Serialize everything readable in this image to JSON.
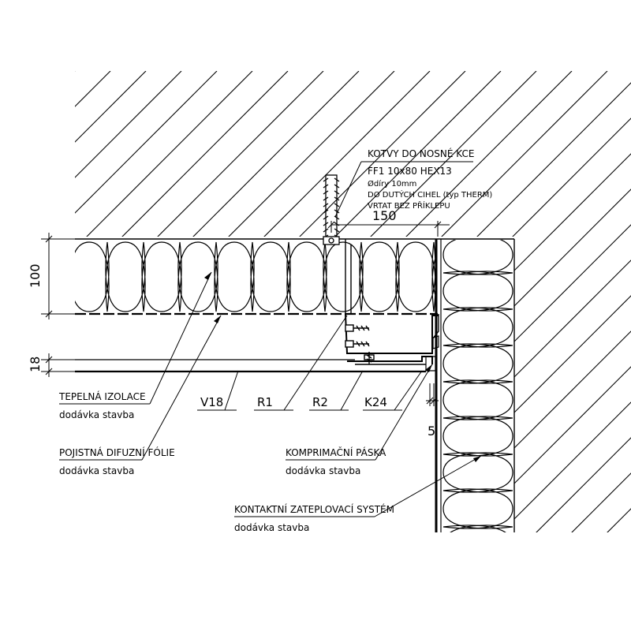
{
  "anchor_note": {
    "line1": "KOTVY DO NOSNÉ KCE",
    "line2": "FF1 10x80 HEX13",
    "line3": "Ødíry 10mm",
    "line4": "DO DUTÝCH CIHEL (typ THERM)",
    "line5": "VRTAT BEZ PŘÍKLEPU"
  },
  "dimensions": {
    "anchor_spacing": "150",
    "insulation_thickness": "100",
    "board_thickness": "18",
    "joint_gap": "5"
  },
  "profile_codes": {
    "v18": "V18",
    "r1": "R1",
    "r2": "R2",
    "k24": "K24"
  },
  "callouts": {
    "thermal_insulation": {
      "title": "TEPELNÁ IZOLACE",
      "note": "dodávka stavba"
    },
    "diffusion_foil": {
      "title": "POJISTNÁ DIFUZNÍ FÓLIE",
      "note": "dodávka stavba"
    },
    "compression_tape": {
      "title": "KOMPRIMAČNÍ PÁSKA",
      "note": "dodávka stavba"
    },
    "etics": {
      "title": "KONTAKTNÍ ZATEPLOVACÍ SYSTÉM",
      "note": "dodávka stavba"
    }
  }
}
